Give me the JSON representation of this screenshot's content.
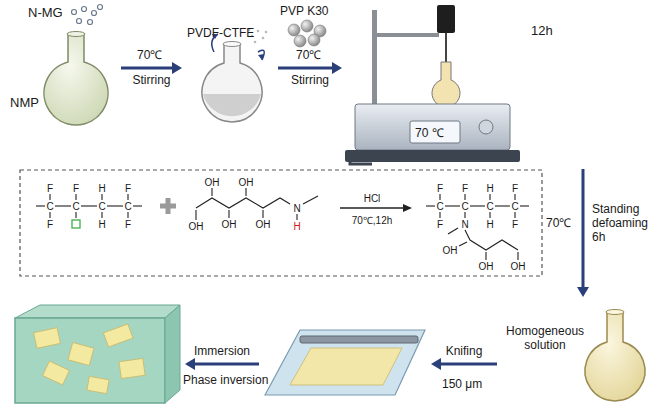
{
  "diagram": {
    "nodes": [
      {
        "text": [
          "N-MG",
          "NMP"
        ]
      },
      {
        "text": [
          "PVDF-CTFE",
          "PVP K30"
        ]
      },
      {
        "text": [
          "12h",
          "70 ℃"
        ]
      },
      {
        "text": [
          "Homogeneous solution"
        ]
      },
      {
        "text": []
      },
      {
        "text": []
      }
    ],
    "edges": [
      {
        "from": 0,
        "to": 1,
        "arrow": "to",
        "label": "Stirring"
      },
      {
        "from": 1,
        "to": 2,
        "arrow": "to",
        "label": "Stirring"
      },
      {
        "from": 2,
        "to": 3,
        "arrow": "to",
        "label": "Standing defoaming 6h"
      },
      {
        "from": 3,
        "to": 4,
        "arrow": "to",
        "label": "Knifing"
      },
      {
        "from": 4,
        "to": 5,
        "arrow": "to",
        "label": "Immersion"
      }
    ],
    "labels": [
      "70℃",
      "70℃",
      "70℃",
      "150 μm",
      "Phase inversion",
      "HCl",
      "70℃,12h",
      "F",
      "F",
      "H",
      "F",
      "C",
      "C",
      "C",
      "C",
      "F",
      "H",
      "F",
      "OH",
      "OH",
      "OH",
      "OH",
      "OH",
      "N",
      "H",
      "F",
      "F",
      "H",
      "F",
      "C",
      "C",
      "C",
      "C",
      "F",
      "N",
      "H",
      "F",
      "OH",
      "OH",
      "OH"
    ]
  }
}
